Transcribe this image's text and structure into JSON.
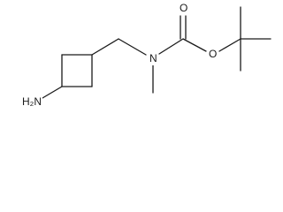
{
  "atoms": {
    "amine": "H2N",
    "amine_display": "H₂N",
    "n_amide": "N",
    "o_carbonyl": "O",
    "o_ester": "O"
  }
}
